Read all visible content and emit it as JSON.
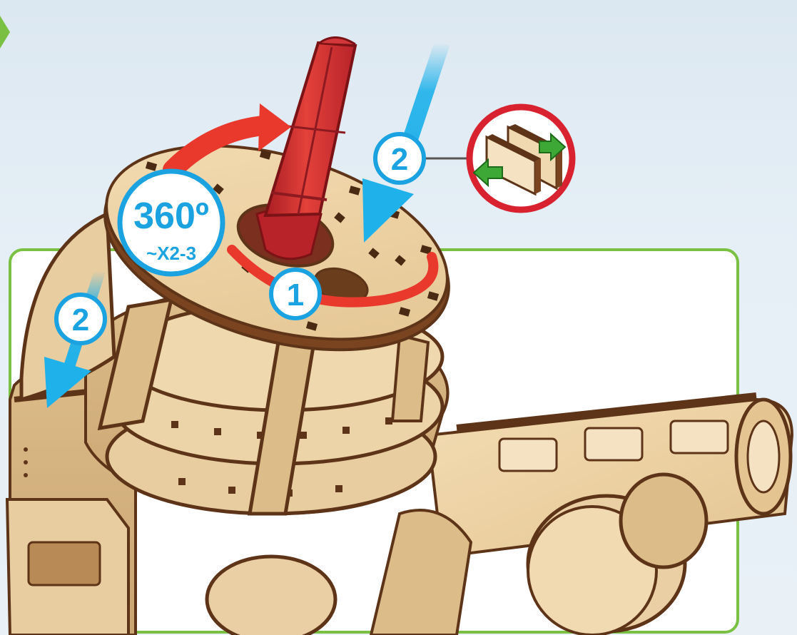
{
  "step": {
    "rotation_badge": {
      "degrees": "360º",
      "repeat": "~X2-3"
    },
    "callouts": [
      {
        "number": "1",
        "meaning": ""
      },
      {
        "number": "2",
        "meaning": ""
      },
      {
        "number": "2",
        "meaning": ""
      }
    ]
  },
  "icons": [
    "rotate-arrow-icon",
    "push-down-arrow-icon",
    "slide-together-icon",
    "next-step-arrow-icon"
  ],
  "colors": {
    "rotate_arrow": "#e8392c",
    "push_arrow": "#1eb1ea",
    "callout_ring": "#1aa3e0",
    "frame": "#7ac143",
    "warning_ring": "#d8222f",
    "wood_light": "#e9cfa3",
    "wood_dark": "#5e3418",
    "key_red": "#c9262c"
  }
}
